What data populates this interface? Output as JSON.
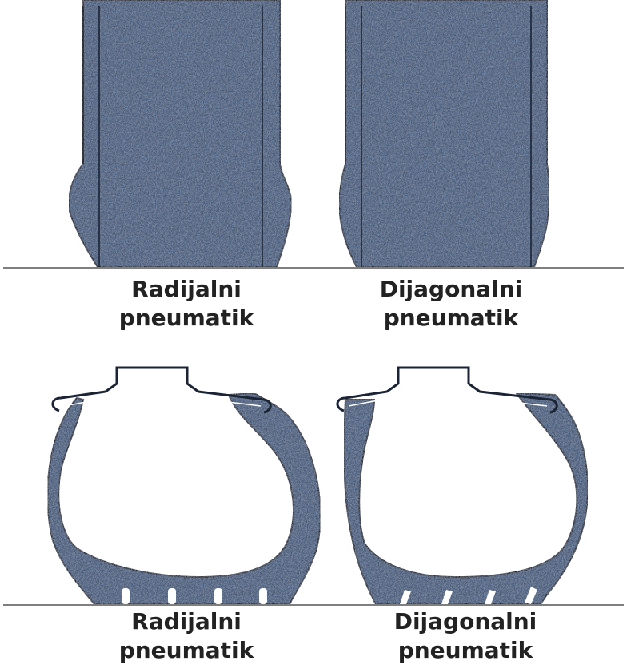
{
  "colors": {
    "rubber": "#3e5577",
    "rubber_dark": "#2b3d59",
    "rubber_light": "#6f86a6",
    "outline": "#1b2435",
    "ground": "#555555",
    "rim": "#ffffff"
  },
  "top_row": {
    "left": {
      "line1": "Radijalni",
      "line2": "pneumatik"
    },
    "right": {
      "line1": "Dijagonalni",
      "line2": "pneumatik"
    }
  },
  "bottom_row": {
    "left": {
      "line1": "Radijalni",
      "line2": "pneumatik"
    },
    "right": {
      "line1": "Dijagonalni",
      "line2": "pneumatik"
    }
  }
}
